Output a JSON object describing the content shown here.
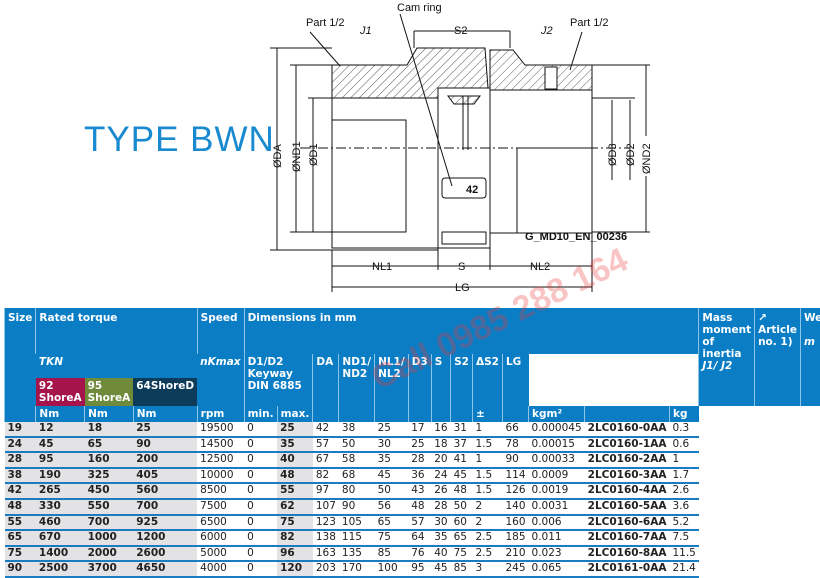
{
  "title": "TYPE BWN",
  "drawing": {
    "labels": {
      "cam_ring": "Cam ring",
      "part_left": "Part 1/2",
      "part_right": "Part 1/2",
      "j1": "J1",
      "j2": "J2",
      "s2": "S2",
      "da": "ØDA",
      "nd1": "ØND1",
      "d1": "ØD1",
      "d3": "ØD3",
      "d2": "ØD2",
      "nd2": "ØND2",
      "nl1": "NL1",
      "s": "S",
      "nl2": "NL2",
      "lg": "LG",
      "size_mark": "42",
      "drawing_id": "G_MD10_EN_00236"
    }
  },
  "watermark": "Call 0985 288 164",
  "table": {
    "headers": {
      "size": "Size",
      "rated_torque": "Rated torque",
      "tkn": "TKN",
      "shore92": "92 ShoreA",
      "shore95": "95 ShoreA",
      "shore64": "64ShoreD",
      "nm": "Nm",
      "speed": "Speed",
      "nkmax": "nKmax",
      "rpm": "rpm",
      "dimensions": "Dimensions in mm",
      "d1d2": "D1/D2 Keyway DIN 6885",
      "min": "min.",
      "max": "max.",
      "da": "DA",
      "nd": "ND1/ ND2",
      "nl": "NL1/ NL2",
      "d3": "D3",
      "s": "S",
      "s2": "S2",
      "ds2": "ΔS2",
      "pm": "±",
      "lg": "LG",
      "mass": "Mass moment of inertia",
      "j": "J1/ J2",
      "kgm2": "kgm²",
      "article": "↗ Article no. 1)",
      "weight": "Weight",
      "m": "m",
      "kg": "kg"
    },
    "rows": [
      [
        "19",
        "12",
        "18",
        "25",
        "19500",
        "0",
        "25",
        "42",
        "38",
        "25",
        "17",
        "16",
        "31",
        "1",
        "66",
        "0.000045",
        "2LC0160-0AA",
        "0.3"
      ],
      [
        "24",
        "45",
        "65",
        "90",
        "14500",
        "0",
        "35",
        "57",
        "50",
        "30",
        "25",
        "18",
        "37",
        "1.5",
        "78",
        "0.00015",
        "2LC0160-1AA",
        "0.6"
      ],
      [
        "28",
        "95",
        "160",
        "200",
        "12500",
        "0",
        "40",
        "67",
        "58",
        "35",
        "28",
        "20",
        "41",
        "1",
        "90",
        "0.00033",
        "2LC0160-2AA",
        "1"
      ],
      [
        "38",
        "190",
        "325",
        "405",
        "10000",
        "0",
        "48",
        "82",
        "68",
        "45",
        "36",
        "24",
        "45",
        "1.5",
        "114",
        "0.0009",
        "2LC0160-3AA",
        "1.7"
      ],
      [
        "42",
        "265",
        "450",
        "560",
        "8500",
        "0",
        "55",
        "97",
        "80",
        "50",
        "43",
        "26",
        "48",
        "1.5",
        "126",
        "0.0019",
        "2LC0160-4AA",
        "2.6"
      ],
      [
        "48",
        "330",
        "550",
        "700",
        "7500",
        "0",
        "62",
        "107",
        "90",
        "56",
        "48",
        "28",
        "50",
        "2",
        "140",
        "0.0031",
        "2LC0160-5AA",
        "3.6"
      ],
      [
        "55",
        "460",
        "700",
        "925",
        "6500",
        "0",
        "75",
        "123",
        "105",
        "65",
        "57",
        "30",
        "60",
        "2",
        "160",
        "0.006",
        "2LC0160-6AA",
        "5.2"
      ],
      [
        "65",
        "670",
        "1000",
        "1200",
        "6000",
        "0",
        "82",
        "138",
        "115",
        "75",
        "64",
        "35",
        "65",
        "2.5",
        "185",
        "0.011",
        "2LC0160-7AA",
        "7.5"
      ],
      [
        "75",
        "1400",
        "2000",
        "2600",
        "5000",
        "0",
        "96",
        "163",
        "135",
        "85",
        "76",
        "40",
        "75",
        "2.5",
        "210",
        "0.023",
        "2LC0160-8AA",
        "11.5"
      ],
      [
        "90",
        "2500",
        "3700",
        "4650",
        "4000",
        "0",
        "120",
        "203",
        "170",
        "100",
        "95",
        "45",
        "85",
        "3",
        "245",
        "0.065",
        "2LC0161-0AA",
        "21.4"
      ]
    ]
  }
}
